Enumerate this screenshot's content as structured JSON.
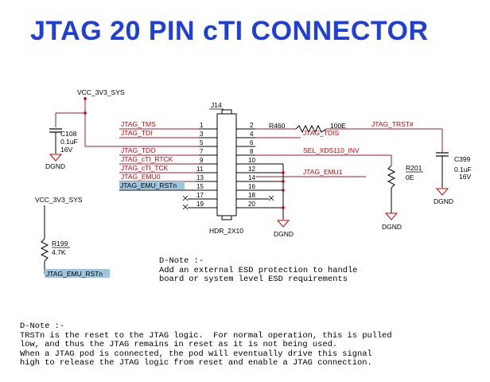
{
  "title": "JTAG 20 PIN cTI CONNECTOR",
  "schematic": {
    "connector": {
      "ref": "J14",
      "part": "HDR_2X10"
    },
    "power": {
      "vcc_top": "VCC_3V3_SYS",
      "vcc_left": "VCC_3V3_SYS"
    },
    "grounds": [
      "DGND",
      "DGND",
      "DGND",
      "DGND"
    ],
    "left_pins": [
      "1",
      "3",
      "5",
      "7",
      "9",
      "11",
      "13",
      "15",
      "17",
      "19"
    ],
    "right_pins": [
      "2",
      "4",
      "6",
      "8",
      "10",
      "12",
      "14",
      "16",
      "18",
      "20"
    ],
    "left_signals": {
      "tms": "JTAG_TMS",
      "tdi": "JTAG_TDI",
      "tdo": "JTAG_TDO",
      "rtck": "JTAG_cTI_RTCK",
      "tck": "JTAG_cTI_TCK",
      "emu0": "JTAG_EMU0",
      "emu_rst": "JTAG_EMU_RSTn"
    },
    "right_signals": {
      "trst": "JTAG_TRST#",
      "tdis": "JTAG_TDIS",
      "sel": "SEL_XDS110_INV",
      "emu1": "JTAG_EMU1"
    },
    "c108": {
      "ref": "C108",
      "value": "0.1uF",
      "voltage": "16V"
    },
    "c399": {
      "ref": "C399",
      "value": "0.1uF",
      "voltage": "16V"
    },
    "r460": {
      "ref": "R460",
      "value": "100E"
    },
    "r201": {
      "ref": "R201",
      "value": "0E"
    },
    "r199": {
      "ref": "R199",
      "value": "4.7K"
    },
    "net_label": "JTAG_EMU_RSTn"
  },
  "notes": {
    "note1": "D-Note :-\nAdd an external ESD protection to handle\nboard or system level ESD requirements",
    "note2": "D-Note :-\nTRSTn is the reset to the JTAG logic.  For normal operation, this is pulled\nlow, and thus the JTAG remains in reset as it is not being used.\nWhen a JTAG pod is connected, the pod will eventually drive this signal\nhigh to release the JTAG logic from reset and enable a JTAG connection."
  },
  "colors": {
    "title": "#1f3fd6",
    "wire": "#9b1b3a",
    "signal": "#cc0000",
    "net_label_bg": "#9fc6e0"
  }
}
